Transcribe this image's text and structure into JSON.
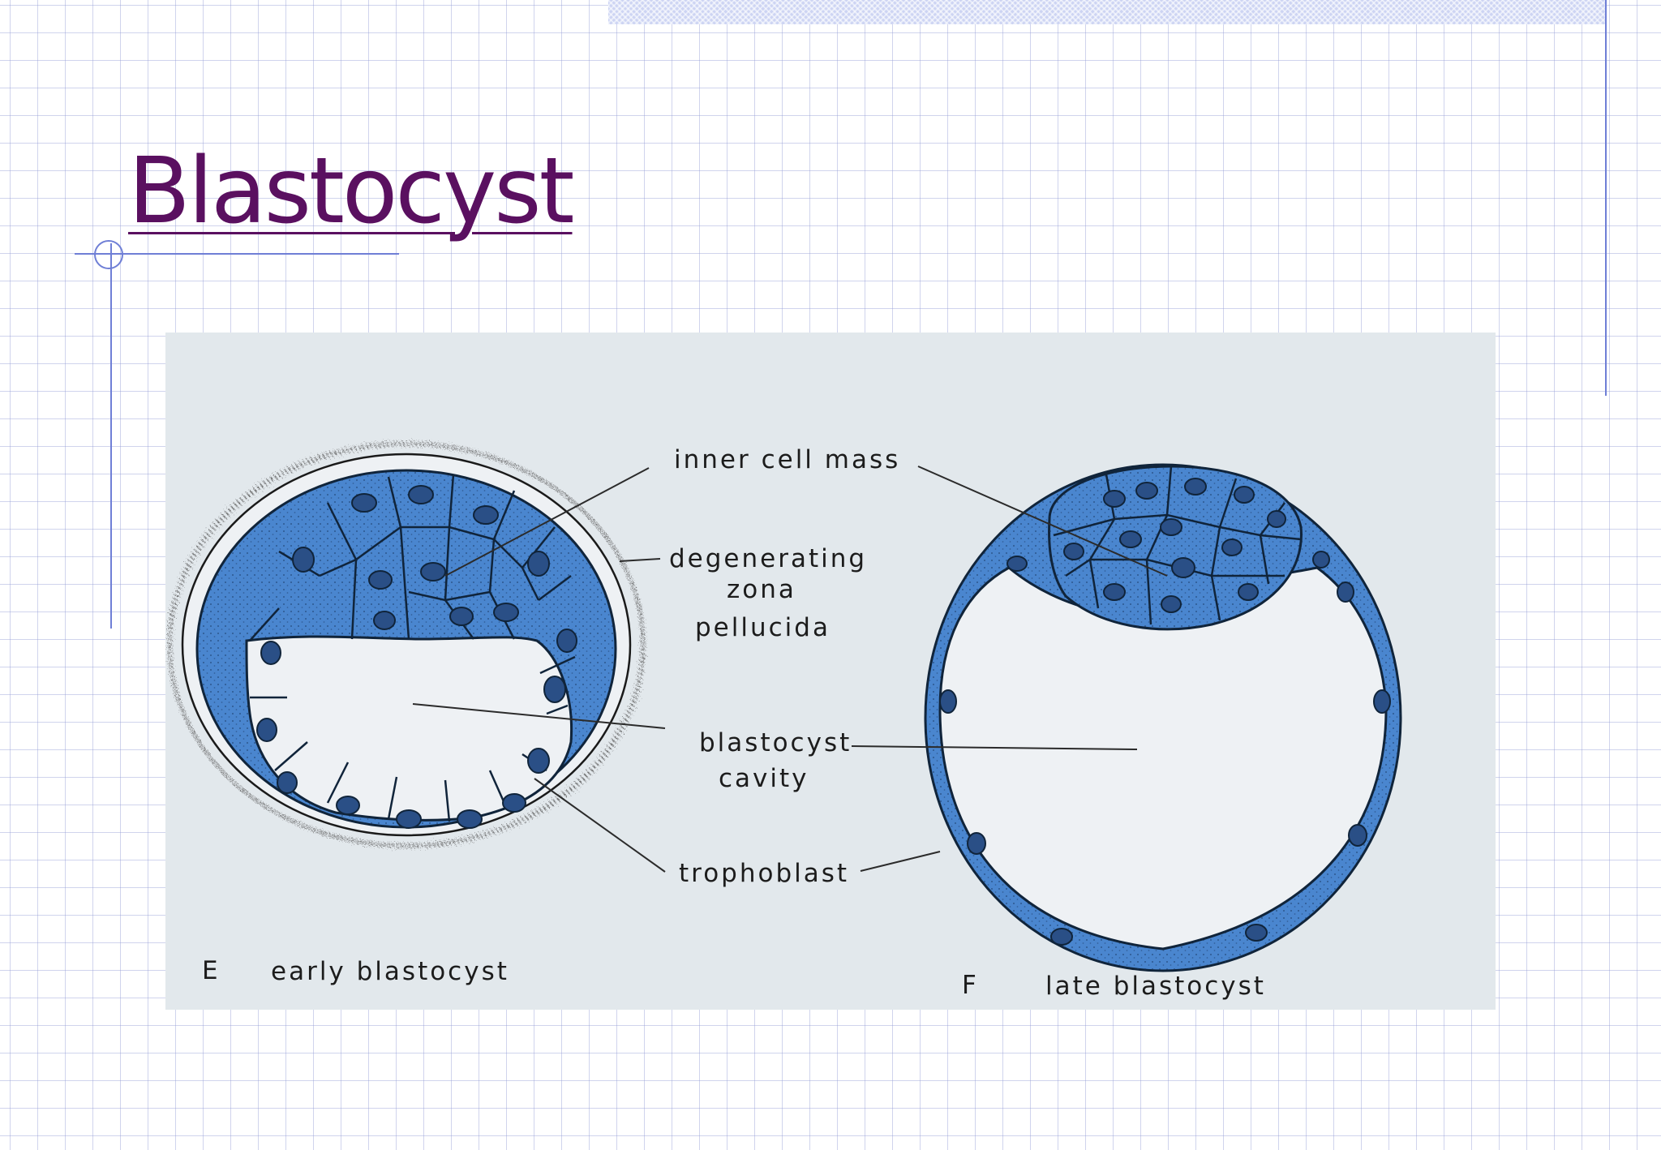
{
  "slide": {
    "title": "Blastocyst"
  },
  "figure": {
    "labels": {
      "inner_cell_mass": "inner cell mass",
      "degenerating": "degenerating",
      "zona": "zona",
      "pellucida": "pellucida",
      "blastocyst": "blastocyst",
      "cavity": "cavity",
      "trophoblast": "trophoblast"
    },
    "panel_e": {
      "letter": "E",
      "caption": "early blastocyst"
    },
    "panel_f": {
      "letter": "F",
      "caption": "late blastocyst"
    }
  },
  "colors": {
    "title": "#5a1060",
    "cell_fill": "#4a86cf",
    "cell_outline": "#10243a",
    "nucleus": "#2a4f86",
    "figure_background": "#e2e8ec",
    "accent_lines": "#6f7fd6"
  }
}
